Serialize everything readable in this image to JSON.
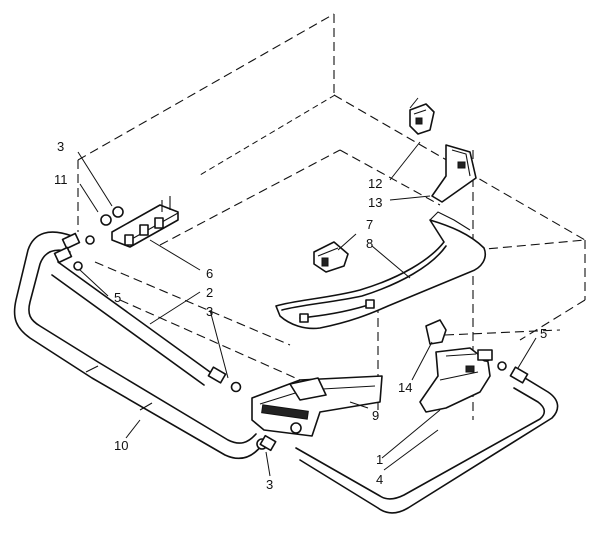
{
  "callouts": [
    {
      "id": "c3a",
      "text": "3"
    },
    {
      "id": "c11",
      "text": "11"
    },
    {
      "id": "c6",
      "text": "6"
    },
    {
      "id": "c2",
      "text": "2"
    },
    {
      "id": "c3b",
      "text": "3"
    },
    {
      "id": "c5a",
      "text": "5"
    },
    {
      "id": "c10",
      "text": "10"
    },
    {
      "id": "c3c",
      "text": "3"
    },
    {
      "id": "c12",
      "text": "12"
    },
    {
      "id": "c13",
      "text": "13"
    },
    {
      "id": "c7",
      "text": "7"
    },
    {
      "id": "c8",
      "text": "8"
    },
    {
      "id": "c5b",
      "text": "5"
    },
    {
      "id": "c14",
      "text": "14"
    },
    {
      "id": "c9",
      "text": "9"
    },
    {
      "id": "c1",
      "text": "1"
    },
    {
      "id": "c4",
      "text": "4"
    }
  ]
}
